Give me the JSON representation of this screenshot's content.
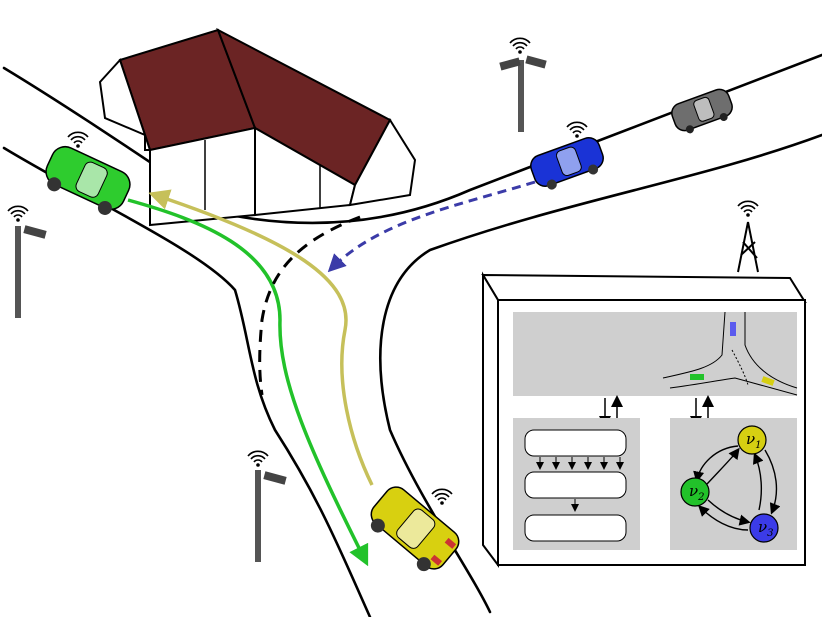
{
  "diagram": {
    "graph": {
      "nodes": [
        {
          "id": "v1",
          "symbol": "ν",
          "index": "1",
          "color": "#d6cf12"
        },
        {
          "id": "v2",
          "symbol": "ν",
          "index": "2",
          "color": "#22c22a"
        },
        {
          "id": "v3",
          "symbol": "ν",
          "index": "3",
          "color": "#3b3be8"
        }
      ]
    },
    "colors": {
      "green_car": "#2ecc2e",
      "yellow_car": "#d8d010",
      "blue_car": "#1a33d6",
      "gray_car": "#6e6e6e",
      "green_path": "#22c22a",
      "yellow_path": "#c6c05a",
      "blue_path": "#3b3ba8",
      "roof": "#6b2424",
      "panel_gray": "#cfcfcf"
    },
    "icons": [
      "wifi-icon",
      "camera-pole-icon",
      "radio-tower-icon",
      "car-icon",
      "house-icon"
    ]
  }
}
